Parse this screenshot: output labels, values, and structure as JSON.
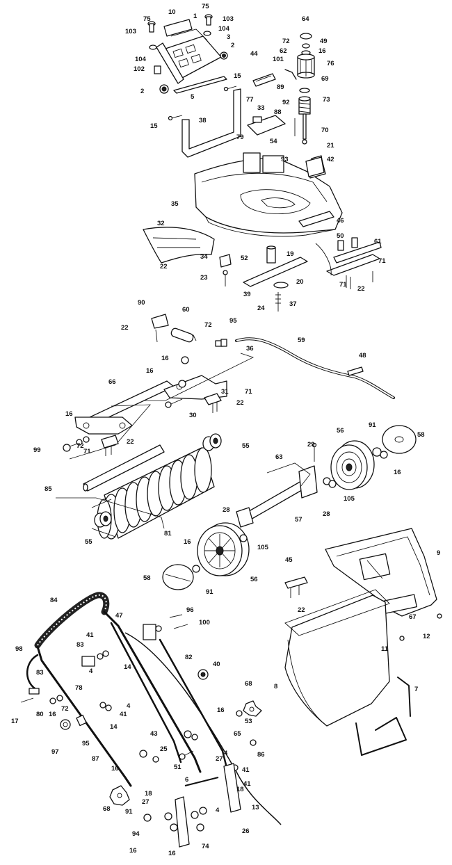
{
  "labels": [
    {
      "id": "l75a",
      "text": "75"
    },
    {
      "id": "l10",
      "text": "10"
    },
    {
      "id": "l75b",
      "text": "75"
    },
    {
      "id": "l103a",
      "text": "103"
    },
    {
      "id": "l1",
      "text": "1"
    },
    {
      "id": "l103b",
      "text": "103"
    },
    {
      "id": "l104a",
      "text": "104"
    },
    {
      "id": "l3",
      "text": "3"
    },
    {
      "id": "l2a",
      "text": "2"
    },
    {
      "id": "l104b",
      "text": "104"
    },
    {
      "id": "l102",
      "text": "102"
    },
    {
      "id": "l2b",
      "text": "2"
    },
    {
      "id": "l5",
      "text": "5"
    },
    {
      "id": "l15a",
      "text": "15"
    },
    {
      "id": "l15b",
      "text": "15"
    },
    {
      "id": "l38",
      "text": "38"
    },
    {
      "id": "l44",
      "text": "44"
    },
    {
      "id": "l101",
      "text": "101"
    },
    {
      "id": "l64",
      "text": "64"
    },
    {
      "id": "l72a",
      "text": "72"
    },
    {
      "id": "l49",
      "text": "49"
    },
    {
      "id": "l62",
      "text": "62"
    },
    {
      "id": "l16a",
      "text": "16"
    },
    {
      "id": "l76",
      "text": "76"
    },
    {
      "id": "l69",
      "text": "69"
    },
    {
      "id": "l89",
      "text": "89"
    },
    {
      "id": "l73",
      "text": "73"
    },
    {
      "id": "l92",
      "text": "92"
    },
    {
      "id": "l70",
      "text": "70"
    },
    {
      "id": "l21",
      "text": "21"
    },
    {
      "id": "l77",
      "text": "77"
    },
    {
      "id": "l33",
      "text": "33"
    },
    {
      "id": "l88",
      "text": "88"
    },
    {
      "id": "l79",
      "text": "79"
    },
    {
      "id": "l54",
      "text": "54"
    },
    {
      "id": "l93",
      "text": "93"
    },
    {
      "id": "l42",
      "text": "42"
    },
    {
      "id": "l35",
      "text": "35"
    },
    {
      "id": "l46",
      "text": "46"
    },
    {
      "id": "l32",
      "text": "32"
    },
    {
      "id": "l22a",
      "text": "22"
    },
    {
      "id": "l34",
      "text": "34"
    },
    {
      "id": "l23",
      "text": "23"
    },
    {
      "id": "l52",
      "text": "52"
    },
    {
      "id": "l19",
      "text": "19"
    },
    {
      "id": "l50",
      "text": "50"
    },
    {
      "id": "l61",
      "text": "61"
    },
    {
      "id": "l71a",
      "text": "71"
    },
    {
      "id": "l71b",
      "text": "71"
    },
    {
      "id": "l22b",
      "text": "22"
    },
    {
      "id": "l20",
      "text": "20"
    },
    {
      "id": "l39",
      "text": "39"
    },
    {
      "id": "l24",
      "text": "24"
    },
    {
      "id": "l37",
      "text": "37"
    },
    {
      "id": "l90",
      "text": "90"
    },
    {
      "id": "l60",
      "text": "60"
    },
    {
      "id": "l22c",
      "text": "22"
    },
    {
      "id": "l72b",
      "text": "72"
    },
    {
      "id": "l95a",
      "text": "95"
    },
    {
      "id": "l59",
      "text": "59"
    },
    {
      "id": "l36",
      "text": "36"
    },
    {
      "id": "l48",
      "text": "48"
    },
    {
      "id": "l16b",
      "text": "16"
    },
    {
      "id": "l16c",
      "text": "16"
    },
    {
      "id": "l66",
      "text": "66"
    },
    {
      "id": "l31",
      "text": "31"
    },
    {
      "id": "l71c",
      "text": "71"
    },
    {
      "id": "l22d",
      "text": "22"
    },
    {
      "id": "l30",
      "text": "30"
    },
    {
      "id": "l16d",
      "text": "16"
    },
    {
      "id": "l72c",
      "text": "72"
    },
    {
      "id": "l71d",
      "text": "71"
    },
    {
      "id": "l22e",
      "text": "22"
    },
    {
      "id": "l99",
      "text": "99"
    },
    {
      "id": "l55a",
      "text": "55"
    },
    {
      "id": "l29",
      "text": "29"
    },
    {
      "id": "l56a",
      "text": "56"
    },
    {
      "id": "l91a",
      "text": "91"
    },
    {
      "id": "l58a",
      "text": "58"
    },
    {
      "id": "l63",
      "text": "63"
    },
    {
      "id": "l16e",
      "text": "16"
    },
    {
      "id": "l85",
      "text": "85"
    },
    {
      "id": "l105a",
      "text": "105"
    },
    {
      "id": "l28a",
      "text": "28"
    },
    {
      "id": "l57",
      "text": "57"
    },
    {
      "id": "l28b",
      "text": "28"
    },
    {
      "id": "l55b",
      "text": "55"
    },
    {
      "id": "l81",
      "text": "81"
    },
    {
      "id": "l16f",
      "text": "16"
    },
    {
      "id": "l105b",
      "text": "105"
    },
    {
      "id": "l58b",
      "text": "58"
    },
    {
      "id": "l91b",
      "text": "91"
    },
    {
      "id": "l56b",
      "text": "56"
    },
    {
      "id": "l9",
      "text": "9"
    },
    {
      "id": "l45",
      "text": "45"
    },
    {
      "id": "l22f",
      "text": "22"
    },
    {
      "id": "l67",
      "text": "67"
    },
    {
      "id": "l12",
      "text": "12"
    },
    {
      "id": "l11",
      "text": "11"
    },
    {
      "id": "l8",
      "text": "8"
    },
    {
      "id": "l7",
      "text": "7"
    },
    {
      "id": "l84",
      "text": "84"
    },
    {
      "id": "l47",
      "text": "47"
    },
    {
      "id": "l96",
      "text": "96"
    },
    {
      "id": "l100",
      "text": "100"
    },
    {
      "id": "l98",
      "text": "98"
    },
    {
      "id": "l41a",
      "text": "41"
    },
    {
      "id": "l83a",
      "text": "83"
    },
    {
      "id": "l4a",
      "text": "4"
    },
    {
      "id": "l14a",
      "text": "14"
    },
    {
      "id": "l82",
      "text": "82"
    },
    {
      "id": "l40",
      "text": "40"
    },
    {
      "id": "l83b",
      "text": "83"
    },
    {
      "id": "l78",
      "text": "78"
    },
    {
      "id": "l68a",
      "text": "68"
    },
    {
      "id": "l17",
      "text": "17"
    },
    {
      "id": "l80",
      "text": "80"
    },
    {
      "id": "l16g",
      "text": "16"
    },
    {
      "id": "l72d",
      "text": "72"
    },
    {
      "id": "l4b",
      "text": "4"
    },
    {
      "id": "l41b",
      "text": "41"
    },
    {
      "id": "l14b",
      "text": "14"
    },
    {
      "id": "l16h",
      "text": "16"
    },
    {
      "id": "l53",
      "text": "53"
    },
    {
      "id": "l65",
      "text": "65"
    },
    {
      "id": "l97",
      "text": "97"
    },
    {
      "id": "l95b",
      "text": "95"
    },
    {
      "id": "l43",
      "text": "43"
    },
    {
      "id": "l86",
      "text": "86"
    },
    {
      "id": "l25",
      "text": "25"
    },
    {
      "id": "l87",
      "text": "87"
    },
    {
      "id": "l51",
      "text": "51"
    },
    {
      "id": "l27a",
      "text": "27"
    },
    {
      "id": "l4c",
      "text": "4"
    },
    {
      "id": "l16i",
      "text": "16"
    },
    {
      "id": "l41c",
      "text": "41"
    },
    {
      "id": "l6",
      "text": "6"
    },
    {
      "id": "l18a",
      "text": "18"
    },
    {
      "id": "l18b",
      "text": "18"
    },
    {
      "id": "l68b",
      "text": "68"
    },
    {
      "id": "l13",
      "text": "13"
    },
    {
      "id": "l27b",
      "text": "27"
    },
    {
      "id": "l41d",
      "text": "41"
    },
    {
      "id": "l91c",
      "text": "91"
    },
    {
      "id": "l4d",
      "text": "4"
    },
    {
      "id": "l94",
      "text": "94"
    },
    {
      "id": "l26",
      "text": "26"
    },
    {
      "id": "l16j",
      "text": "16"
    },
    {
      "id": "l16k",
      "text": "16"
    },
    {
      "id": "l74",
      "text": "74"
    }
  ]
}
